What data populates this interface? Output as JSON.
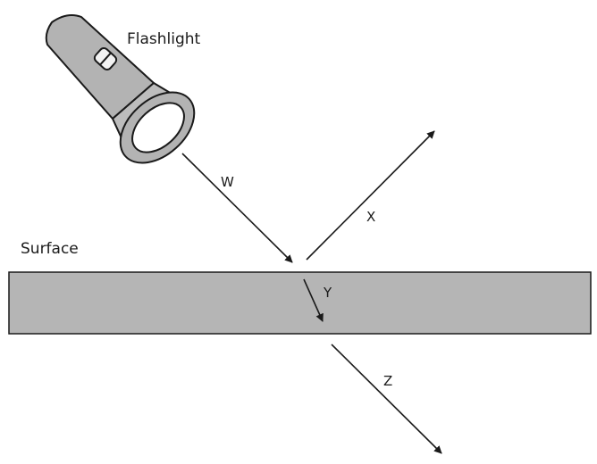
{
  "labels": {
    "flashlight": "Flashlight",
    "surface": "Surface",
    "ray_w": "W",
    "ray_x": "X",
    "ray_y": "Y",
    "ray_z": "Z"
  },
  "colors": {
    "outline": "#1a1a1a",
    "flashlight_body": "#b3b3b3",
    "flashlight_head": "#bdbdbd",
    "surface_fill": "#b5b5b5",
    "lens": "#ffffff"
  }
}
